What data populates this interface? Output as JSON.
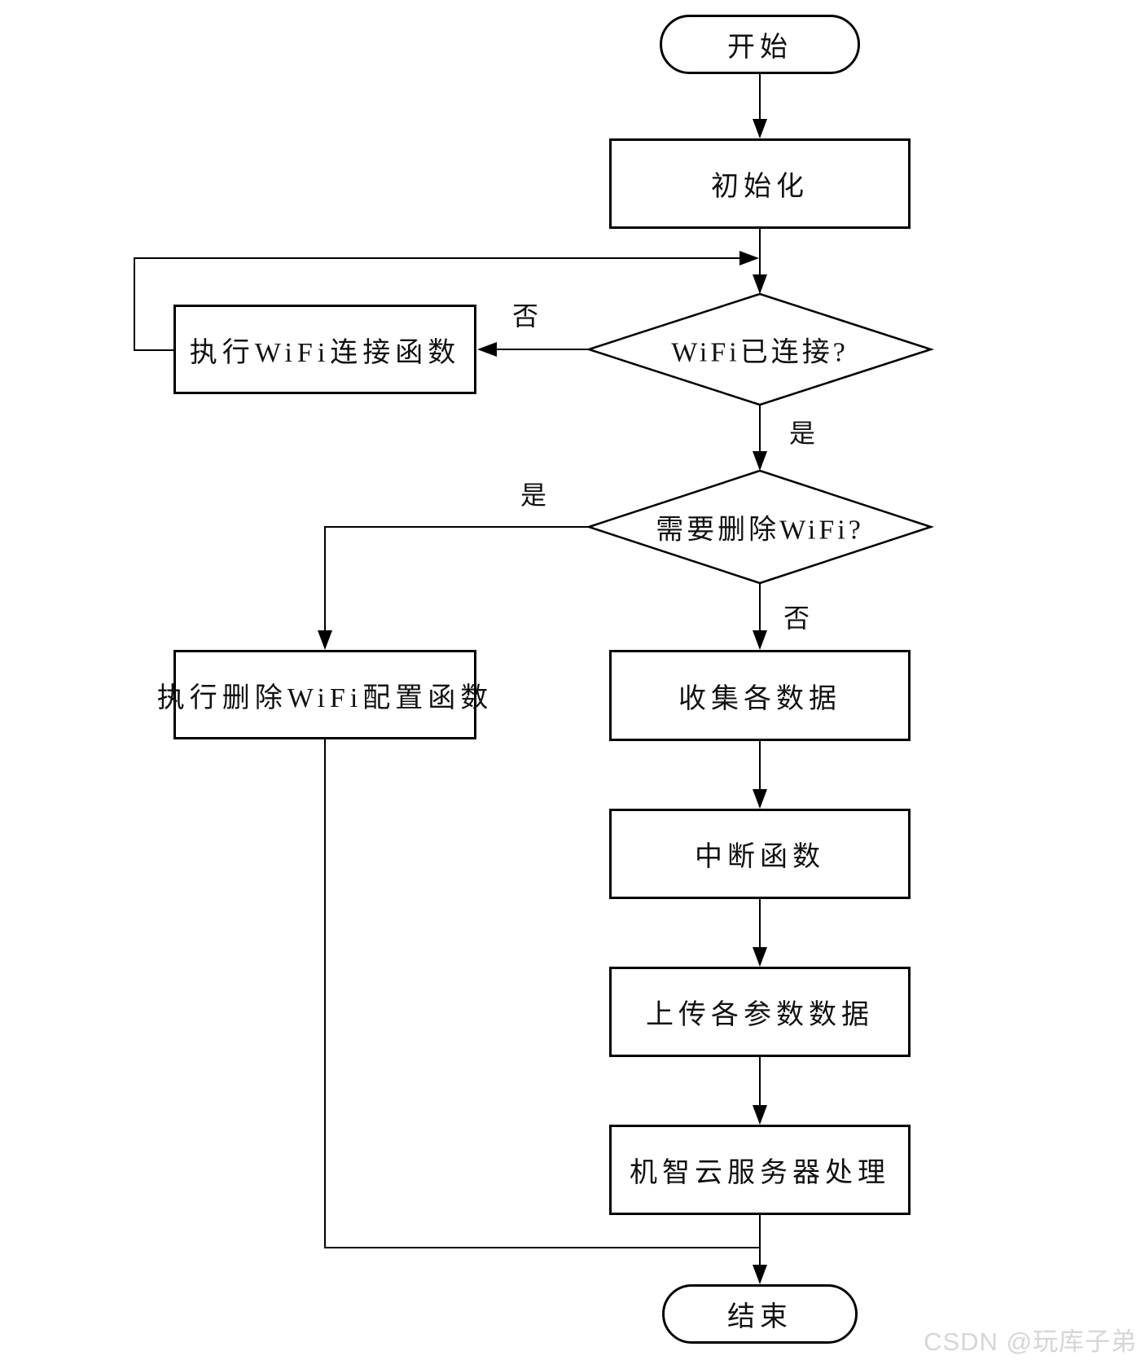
{
  "colors": {
    "background": "#ffffff",
    "stroke": "#000000",
    "node_fill": "#ffffff",
    "text": "#111111",
    "watermark": "#d6d6d6"
  },
  "flowchart": {
    "nodes": {
      "start": {
        "type": "terminator",
        "label": "开始"
      },
      "init": {
        "type": "process",
        "label": "初始化"
      },
      "wifi_connected": {
        "type": "decision",
        "label": "WiFi已连接?"
      },
      "wifi_connect_fn": {
        "type": "process",
        "label": "执行WiFi连接函数"
      },
      "need_delete_wifi": {
        "type": "decision",
        "label": "需要删除WiFi?"
      },
      "delete_wifi_fn": {
        "type": "process",
        "label": "执行删除WiFi配置函数"
      },
      "collect_data": {
        "type": "process",
        "label": "收集各数据"
      },
      "interrupt_fn": {
        "type": "process",
        "label": "中断函数"
      },
      "upload_params": {
        "type": "process",
        "label": "上传各参数数据"
      },
      "cloud_server": {
        "type": "process",
        "label": "机智云服务器处理"
      },
      "end": {
        "type": "terminator",
        "label": "结束"
      }
    },
    "edge_labels": {
      "wifi_connected_no": "否",
      "wifi_connected_yes": "是",
      "need_delete_yes": "是",
      "need_delete_no": "否"
    }
  },
  "watermark": {
    "text": "CSDN @玩库子弟"
  }
}
